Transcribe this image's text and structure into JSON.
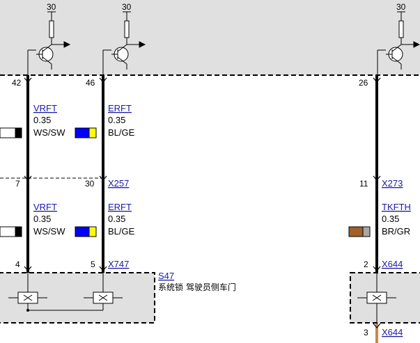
{
  "module_top": {
    "supply_labels": [
      "30",
      "30",
      "30"
    ],
    "pins": [
      "42",
      "46",
      "26"
    ]
  },
  "wires_upper": [
    {
      "name": "VRFT",
      "size": "0.35",
      "color_code": "WS/SW",
      "swatch": [
        "#ffffff",
        "#000000"
      ]
    },
    {
      "name": "ERFT",
      "size": "0.35",
      "color_code": "BL/GE",
      "swatch": [
        "#0000ff",
        "#ffff00"
      ]
    }
  ],
  "connector_mid_1": {
    "pins": [
      "7",
      "30"
    ],
    "name": "X257"
  },
  "connector_mid_2": {
    "pin": "11",
    "name": "X273"
  },
  "wires_lower": [
    {
      "name": "VRFT",
      "size": "0.35",
      "color_code": "WS/SW",
      "swatch": [
        "#ffffff",
        "#000000"
      ]
    },
    {
      "name": "ERFT",
      "size": "0.35",
      "color_code": "BL/GE",
      "swatch": [
        "#0000ff",
        "#ffff00"
      ]
    },
    {
      "name": "TKFTH",
      "size": "0.35",
      "color_code": "BR/GR",
      "swatch": [
        "#a0602a",
        "#a8a8a8"
      ]
    }
  ],
  "connector_bottom_1": {
    "pins": [
      "4",
      "5"
    ],
    "name": "X747"
  },
  "connector_bottom_2": {
    "pin": "2",
    "name": "X644"
  },
  "switch_block": {
    "id": "S47",
    "description": "系统锁 驾驶员侧车门"
  },
  "connector_bottom_3": {
    "pin": "3",
    "name": "X644"
  },
  "colors": {
    "module_fill": "#e0e0e0",
    "link": "#1a1aa6",
    "wire": "#000000",
    "brown_wire": "#c8894a"
  }
}
